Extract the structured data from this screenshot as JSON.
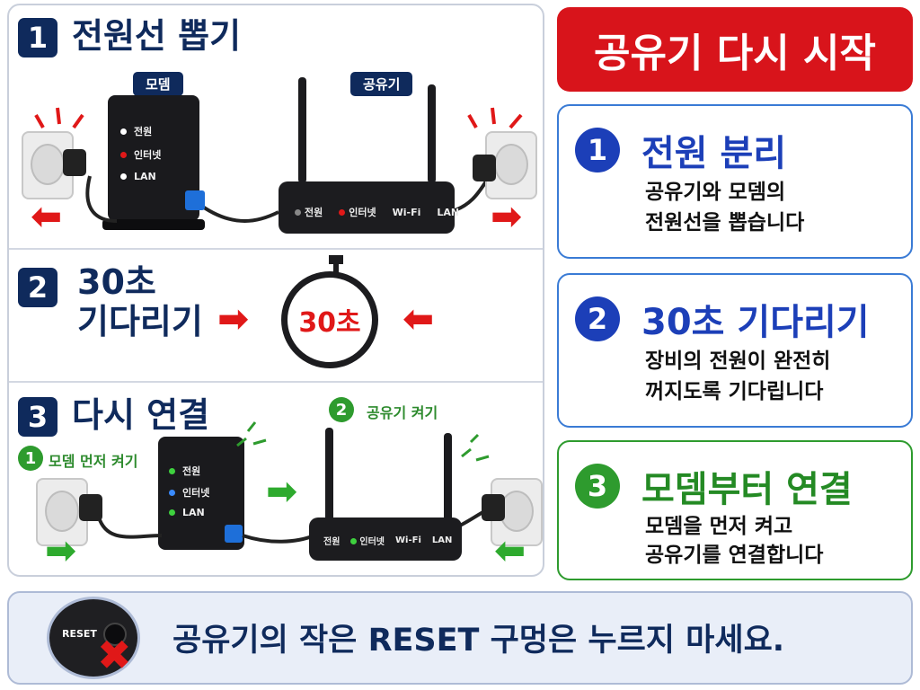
{
  "steps": {
    "s1": {
      "num": "1",
      "title": "전원선 뽑기",
      "modem_label": "모뎀",
      "router_label": "공유기"
    },
    "s2": {
      "num": "2",
      "title_line1": "30초",
      "title_line2": "기다리기",
      "timer": "30초"
    },
    "s3": {
      "num": "3",
      "title": "다시 연결",
      "sub1_num": "1",
      "sub1_label": "모뎀 먼저 켜기",
      "sub2_num": "2",
      "sub2_label": "공유기 켜기"
    }
  },
  "modem_leds": [
    "전원",
    "인터넷",
    "LAN"
  ],
  "router_leds": [
    "전원",
    "인터넷",
    "Wi-Fi",
    "LAN"
  ],
  "banner": {
    "title": "공유기 다시 시작"
  },
  "cards": [
    {
      "num": "1",
      "title": "전원 분리",
      "desc": [
        "공유기와 모뎀의",
        "전원선을 뽑습니다"
      ],
      "color": "#1c3fb8"
    },
    {
      "num": "2",
      "title": "30초 기다리기",
      "desc": [
        "장비의 전원이 완전히",
        "꺼지도록 기다립니다"
      ],
      "color": "#1c3fb8"
    },
    {
      "num": "3",
      "title": "모뎀부터 연결",
      "desc": [
        "모뎀을 먼저 켜고",
        "공유기를 연결합니다"
      ],
      "color": "#248a24"
    }
  ],
  "warning": {
    "reset_label": "RESET",
    "text": "공유기의 작은 RESET 구멍은 누르지 마세요."
  },
  "colors": {
    "navy": "#0f2a5c",
    "red": "#d8141b",
    "blue": "#1c3fb8",
    "green": "#2e9b2e"
  }
}
